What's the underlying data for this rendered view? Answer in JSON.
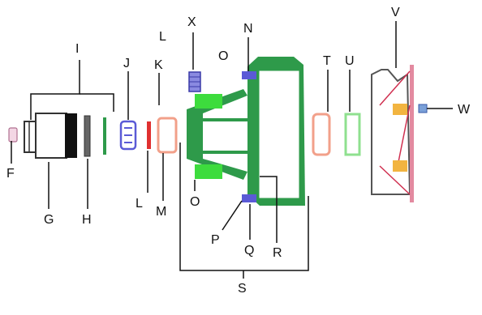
{
  "labels": {
    "I": "I",
    "J": "J",
    "K": "K",
    "L_top": "L",
    "X": "X",
    "N": "N",
    "O_top": "O",
    "T": "T",
    "U": "U",
    "V": "V",
    "W": "W",
    "F": "F",
    "G": "G",
    "H": "H",
    "L_bottom": "L",
    "M": "M",
    "O_bottom": "O",
    "P": "P",
    "Q": "Q",
    "R": "R",
    "S": "S"
  },
  "colors": {
    "line": "#111111",
    "green": "#2e9a4a",
    "green_bright": "#3ddc3d",
    "gray_dark": "#333333",
    "pink": "#f2a08a",
    "light_green": "#8fe08f",
    "blue": "#5a5ad6",
    "red": "#e03030",
    "orange": "#f2b440",
    "rose": "#e38aa0",
    "gray": "#555555"
  }
}
